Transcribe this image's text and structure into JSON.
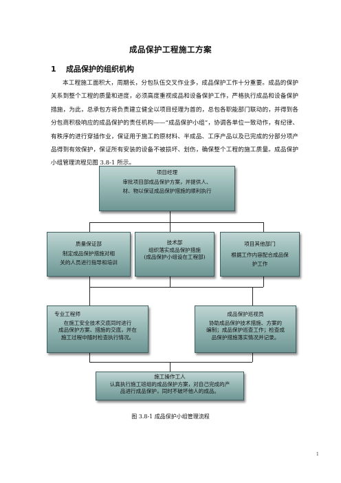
{
  "title": "成品保护工程施工方案",
  "section": {
    "number": "1",
    "heading": "成品保护的组织机构"
  },
  "paragraph": "本工程施工面积大，周期长，分包队伍交叉作业多，成品保护工作十分重要。成品的保护关系到整个工程的质量和进度，必须高度重视成品和设备保护工作，严格执行成品和设备保护措施，为此，总承包方将负责建立健全以项目经理为首的，总包各职能部门联动的，并得到各分包商积极响应的成品保护的责任机构——“成品保护小组”，协调各单位一致动作，有纪律、有秩序的进行穿插作业，保证用于施工的原材料、半成品、工序产品以及已完成的分部分项产品得到有效保护，保证所有安装的设备不被损坏、划伤，确保整个工程的施工质量。成品保护小组管理流程见图 3.8-1 所示。",
  "flowchart": {
    "pm": {
      "title": "项目经理",
      "lines": [
        "审批项目部成品保护方案，并提供人、",
        "材、物以保证成品保护措施的顺利执行"
      ]
    },
    "quality": {
      "title": "质量保证部",
      "lines": [
        "制定成品保护措施对相",
        "关的人员进行指导和培训"
      ]
    },
    "tech": {
      "title": "技术部",
      "lines": [
        "组织落实成品保护措施",
        "(成品保护小组设在工程部)"
      ]
    },
    "other": {
      "title": "项目其他部门",
      "lines": [
        "根据工作内容配合成品保",
        "护工作"
      ]
    },
    "engineer": {
      "title": "专业工程师",
      "lines": [
        "在施工安全技术交底同时进行",
        "成品保护方案、措施的交底，并在",
        "施工过程中随时检查执行情况。"
      ]
    },
    "inspector": {
      "title": "成品保护巡视员",
      "lines": [
        "协助成品保护技术措施、方案的",
        "编制；成品保护巡查工作；检查成",
        "品保护措施落实情况并记录。"
      ]
    },
    "worker": {
      "title": "施工操作工人",
      "lines": [
        "认真执行施工班组的成品保护方案，对自己完成的产",
        "品进行成品保护，同时不破坏他人的成品。"
      ]
    }
  },
  "caption": "图 3.8-1   成品保护小组管理流程",
  "page_number": "1"
}
